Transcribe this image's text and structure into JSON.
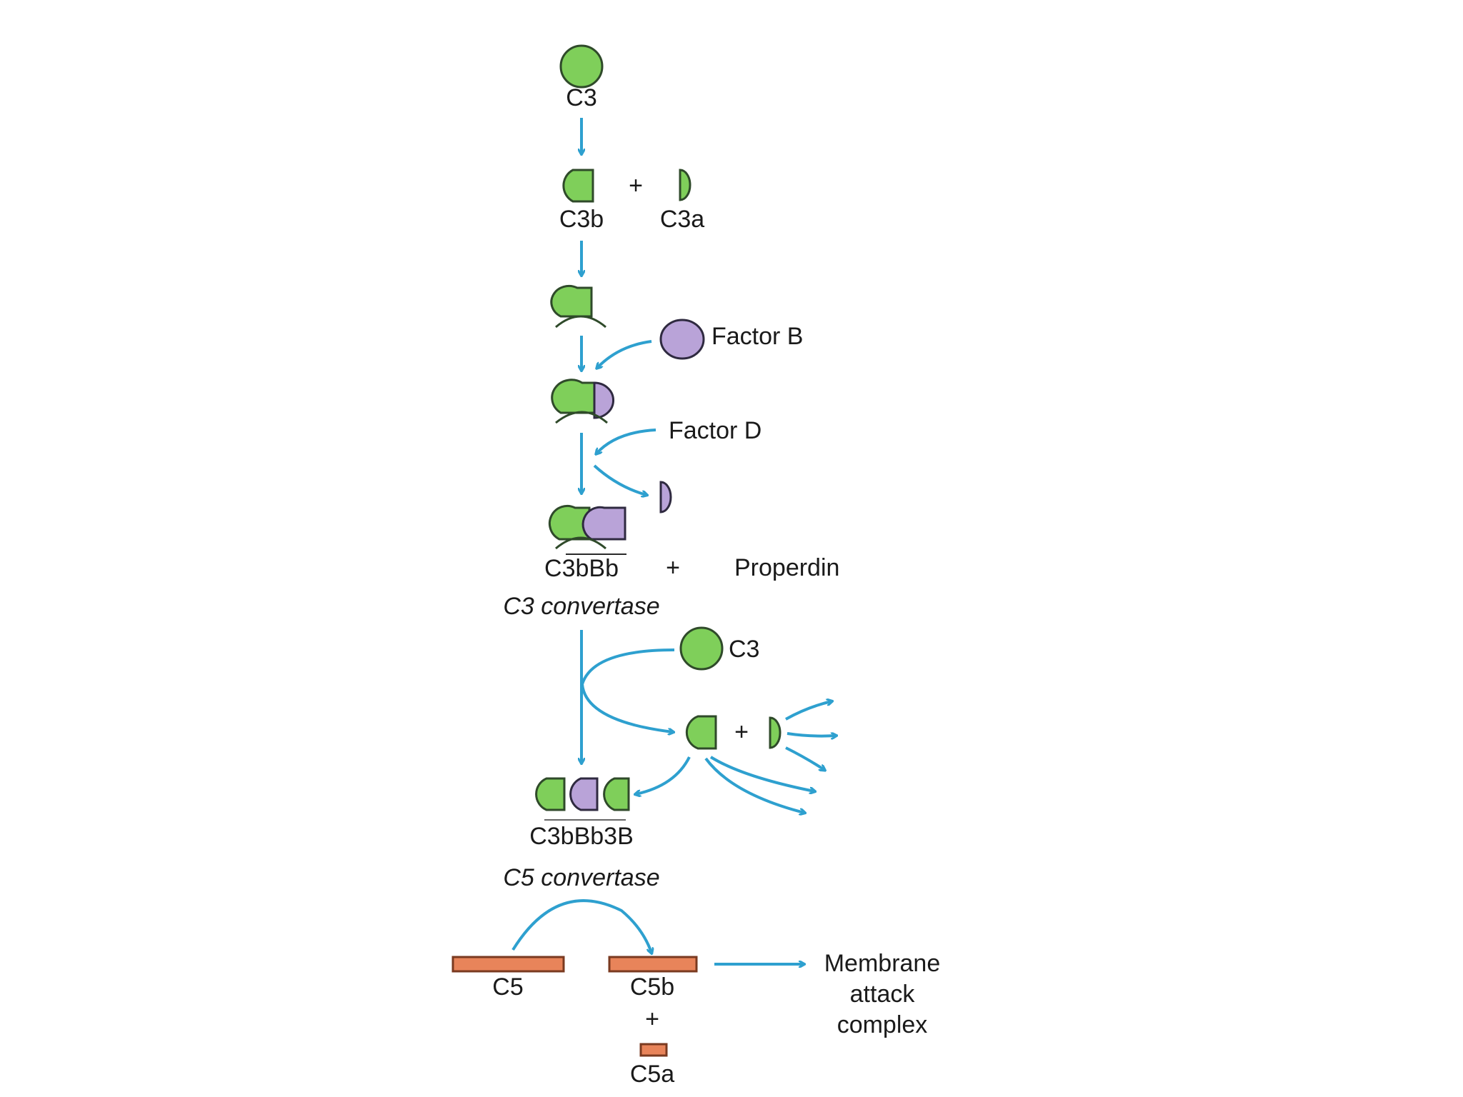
{
  "labels": {
    "c3_top": "C3",
    "c3b": "C3b",
    "c3a": "C3a",
    "factor_b": "Factor B",
    "factor_d": "Factor D",
    "c3bbb": "C3bBb",
    "plus_properdin": "+",
    "properdin": "Properdin",
    "c3_convertase": "C3 convertase",
    "c3_mid": "C3",
    "plus_mid": "+",
    "c3bbb3b": "C3bBb3B",
    "c5_convertase": "C5 convertase",
    "c5": "C5",
    "c5b": "C5b",
    "plus_c5": "+",
    "c5a": "C5a",
    "mac_line1": "Membrane",
    "mac_line2": "attack",
    "mac_line3": "complex",
    "plus_c3": "+"
  },
  "colors": {
    "c3_fragment": "#7fcf5a",
    "factor_b_fragment": "#b9a3d8",
    "c5_fragment": "#e8845a",
    "arrow": "#2ea0cf"
  }
}
